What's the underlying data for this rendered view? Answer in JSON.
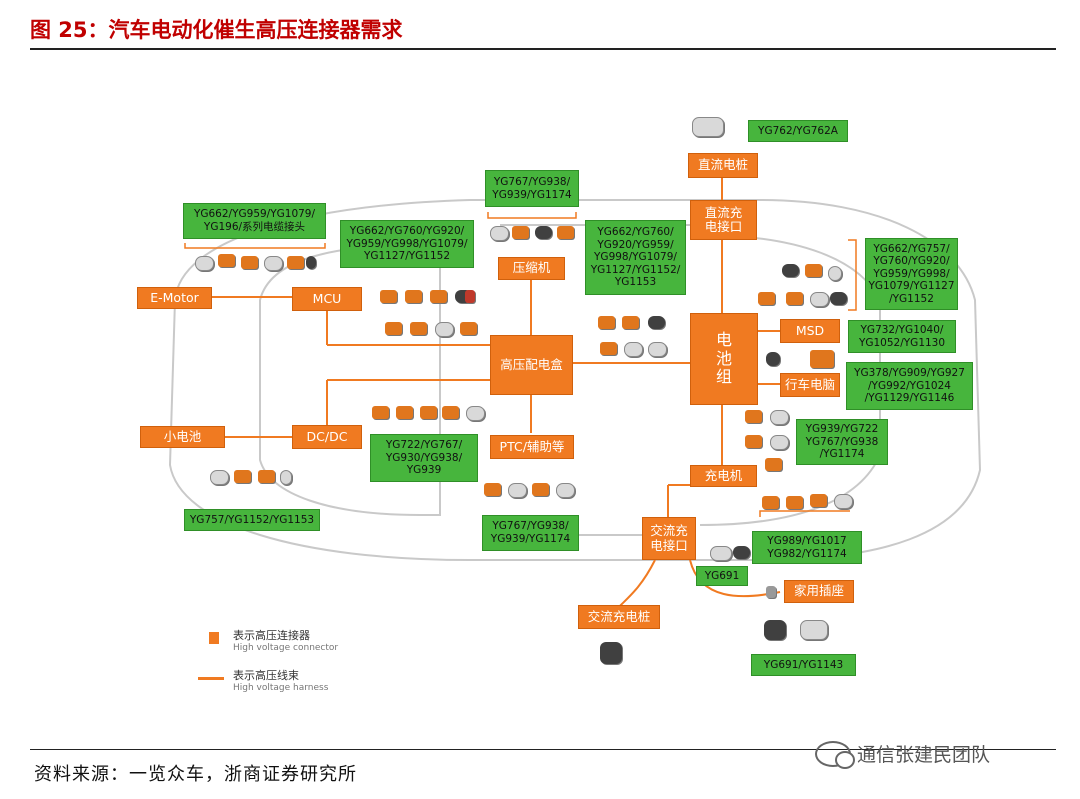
{
  "title": "图 25：汽车电动化催生高压连接器需求",
  "source": "资料来源：一览众车，浙商证券研究所",
  "watermark": "通信张建民团队",
  "components": {
    "e_motor": "E-Motor",
    "mcu": "MCU",
    "dcdc": "DC/DC",
    "small_battery": "小电池",
    "compressor": "压缩机",
    "pdu": "高压配电盒",
    "ptc": "PTC/辅助等",
    "battery": "电\n池\n组",
    "msd": "MSD",
    "bms": "行车电脑",
    "charger": "充电机",
    "dc_port": "直流充\n电接口",
    "dc_pile": "直流电桩",
    "ac_port": "交流充\n电接口",
    "ac_pile": "交流充电桩",
    "home_socket": "家用插座"
  },
  "models": {
    "m1": "YG662/YG959/YG1079/\nYG196/系列电缆接头",
    "m2": "YG767/YG938/\nYG939/YG1174",
    "m3": "YG662/YG760/YG920/\nYG959/YG998/YG1079/\nYG1127/YG1152",
    "m4": "YG662/YG760/\nYG920/YG959/\nYG998/YG1079/\nYG1127/YG1152/\nYG1153",
    "m5": "YG762/YG762A",
    "m6": "YG662/YG757/\nYG760/YG920/\nYG959/YG998/\nYG1079/YG1127\n/YG1152",
    "m7": "YG732/YG1040/\nYG1052/YG1130",
    "m8": "YG378/YG909/YG927\n/YG992/YG1024\n/YG1129/YG1146",
    "m9": "YG939/YG722\nYG767/YG938\n/YG1174",
    "m10": "YG722/YG767/\nYG930/YG938/\nYG939",
    "m11": "YG757/YG1152/YG1153",
    "m12": "YG767/YG938/\nYG939/YG1174",
    "m13": "YG989/YG1017\nYG982/YG1174",
    "m14": "YG691",
    "m15": "YG691/YG1143"
  },
  "legend": {
    "connector_cn": "表示高压连接器",
    "connector_en": "High voltage connector",
    "harness_cn": "表示高压线束",
    "harness_en": "High voltage harness"
  },
  "colors": {
    "orange": "#f07a21",
    "green": "#47b53d",
    "title_red": "#c00000"
  }
}
